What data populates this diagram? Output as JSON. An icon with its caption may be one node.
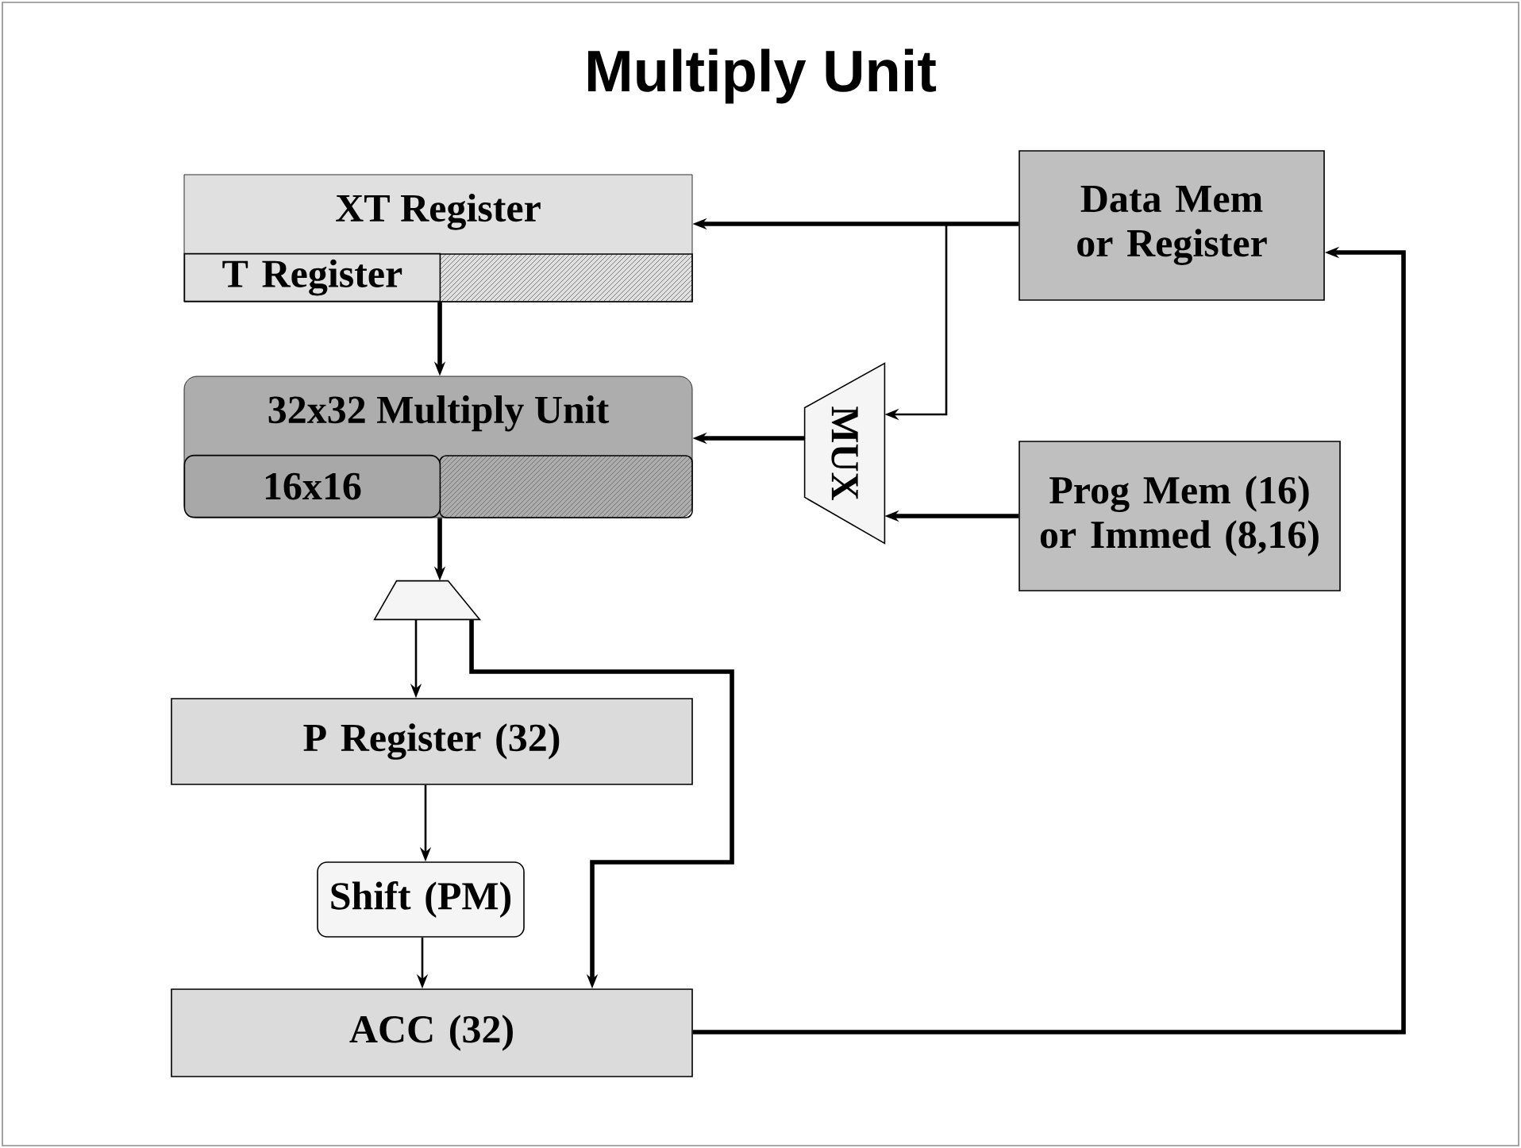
{
  "diagram": {
    "title": "Multiply Unit",
    "nodes": [
      {
        "text": [
          "XT Register"
        ]
      },
      {
        "text": [
          "T Register"
        ],
        "in": 0
      },
      {
        "text": [
          "32x32 Multiply Unit"
        ]
      },
      {
        "text": [
          "16x16"
        ],
        "in": 2
      },
      {
        "text": [
          "MUX"
        ]
      },
      {
        "text": [
          "Data Mem or Register"
        ]
      },
      {
        "text": [
          "Prog Mem (16) or Immed (8,16)"
        ]
      },
      {
        "text": [],
        "shape": "trapezoid"
      },
      {
        "text": [
          "P Register (32)"
        ]
      },
      {
        "text": [
          "Shift (PM)"
        ]
      },
      {
        "text": [
          "ACC (32)"
        ]
      }
    ],
    "edges": [
      {
        "from": 5,
        "to": 0,
        "arrow": "to"
      },
      {
        "from": 5,
        "to": 4,
        "arrow": "to"
      },
      {
        "from": 6,
        "to": 4,
        "arrow": "to"
      },
      {
        "from": 4,
        "to": 2,
        "arrow": "to"
      },
      {
        "from": 1,
        "to": 2,
        "arrow": "to"
      },
      {
        "from": 2,
        "to": 7,
        "arrow": "to"
      },
      {
        "from": 7,
        "to": 8,
        "arrow": "to"
      },
      {
        "from": 7,
        "to": 10,
        "arrow": "to"
      },
      {
        "from": 8,
        "to": 9,
        "arrow": "to"
      },
      {
        "from": 9,
        "to": 10,
        "arrow": "to"
      },
      {
        "from": 10,
        "to": 5,
        "arrow": "to"
      }
    ]
  }
}
